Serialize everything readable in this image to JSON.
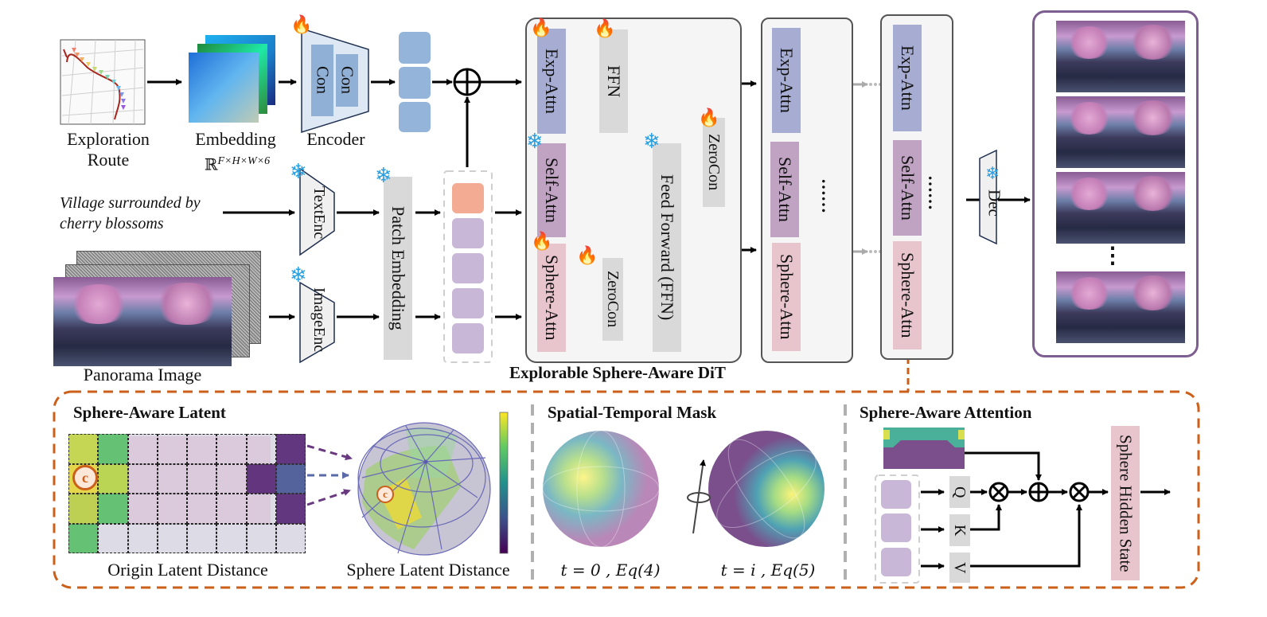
{
  "inputs": {
    "exploration_route_label": [
      "Exploration",
      "Route"
    ],
    "embedding_label": "Embedding",
    "embedding_shape": "ℝ^{F×H×W×6}",
    "embedding_shape_text": "ℝF×H×W×6",
    "encoder_label": "Encoder",
    "encoder_inner": [
      "Con",
      "Con"
    ],
    "prompt_text": [
      "Village surrounded by",
      "cherry blossoms"
    ],
    "text_enc_label": [
      "Text",
      "Enc"
    ],
    "image_enc_label": [
      "Image",
      "Enc"
    ],
    "patch_embedding_label": "Patch Embedding",
    "panorama_label": "Panorama Image"
  },
  "dit": {
    "title": "Explorable Sphere-Aware DiT",
    "block1": {
      "exp_attn": "Exp-Attn",
      "ffn_small": "FFN",
      "self_attn": "Self-Attn",
      "sphere_attn": "Sphere-Attn",
      "zerocon_low": "ZeroCon",
      "zerocon_high": "ZeroCon",
      "feed_forward": "Feed Forward (FFN)"
    },
    "block2": {
      "exp_attn": "Exp-Attn",
      "self_attn": "Self-Attn",
      "sphere_attn": "Sphere-Attn",
      "ellipsis": "……"
    },
    "block3": {
      "exp_attn": "Exp-Attn",
      "self_attn": "Self-Attn",
      "sphere_attn": "Sphere-Attn",
      "ellipsis": "……"
    },
    "decoder_label": "Dec"
  },
  "output": {
    "frames_count_visible": 4,
    "ellipsis": "⋮"
  },
  "legend_icons": {
    "trainable": "fire-icon",
    "frozen": "snowflake-icon",
    "fire_glyph": "🔥",
    "snow_glyph": "❄"
  },
  "bottom": {
    "sphere_aware_latent": {
      "title": "Sphere-Aware Latent",
      "origin_caption": "Origin Latent Distance",
      "sphere_caption": "Sphere Latent Distance",
      "center_marker": "c",
      "grid": {
        "rows": 4,
        "cols": 8,
        "cells": [
          [
            "#c4d64a",
            "#5cc06a",
            "",
            "",
            "",
            "",
            "",
            "#5a2a78"
          ],
          [
            "#e6d840",
            "#b8d448",
            "",
            "",
            "",
            "",
            "#5a2a78",
            "#4a5a98"
          ],
          [
            "#bcd048",
            "#5cc06a",
            "",
            "",
            "",
            "",
            "",
            "#5a2a78"
          ],
          [
            "#5cc06a",
            "",
            "",
            "",
            "",
            "",
            "",
            ""
          ]
        ]
      },
      "colorbar": {
        "colormap": "viridis",
        "top": "#fde725",
        "bottom": "#440154"
      }
    },
    "spatial_temporal_mask": {
      "title": "Spatial-Temporal Mask",
      "caption_left": "t = 0 , Eq(4)",
      "caption_right": "t = i , Eq(5)"
    },
    "sphere_aware_attention": {
      "title": "Sphere-Aware Attention",
      "q": "Q",
      "k": "K",
      "v": "V",
      "hidden_state": "Sphere Hidden State",
      "ops": [
        "⊗",
        "⊕",
        "⊗"
      ]
    }
  },
  "colors": {
    "exp_attn": "#a6acd2",
    "self_attn": "#c0a3c3",
    "sphere_attn": "#e8c4cc",
    "gray_block": "#d9d9d9",
    "encoder_fill": "#dde8f4",
    "encoder_con": "#91b0d6",
    "text_token": "#f4ab94",
    "image_token": "#c8b7d6",
    "orange_dash": "#cc5f1a",
    "output_frame": "#7d5e91",
    "fire": "#e8674a",
    "snow": "#2aa0e0"
  }
}
